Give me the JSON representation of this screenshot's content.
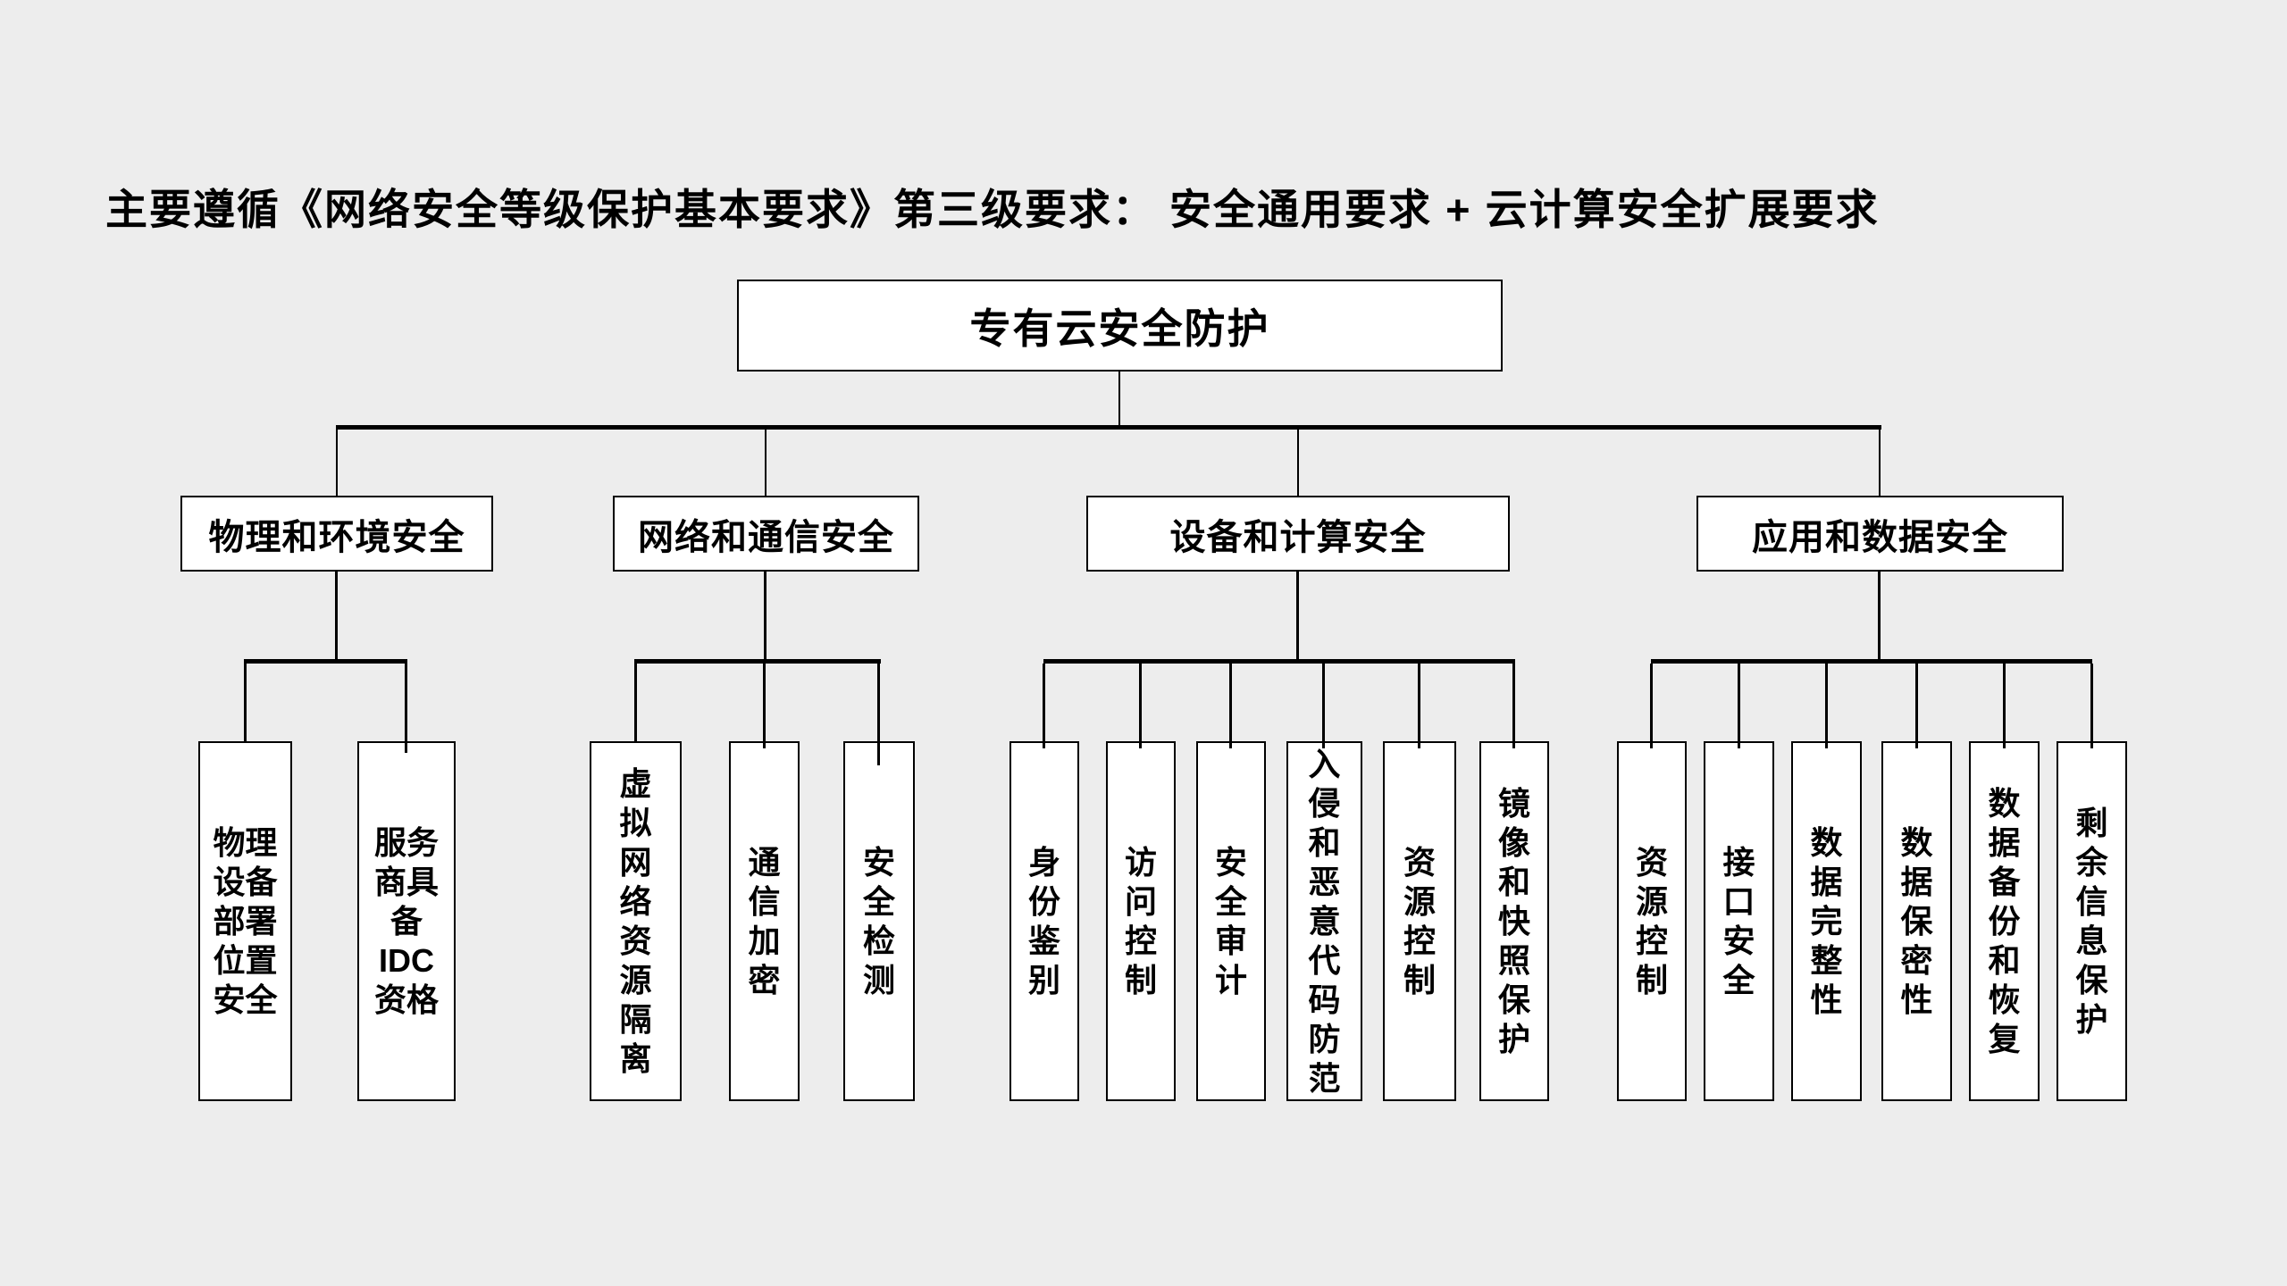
{
  "title": "主要遵循《网络安全等级保护基本要求》第三级要求： 安全通用要求 + 云计算安全扩展要求",
  "colors": {
    "background": "#ededed",
    "box_fill": "#ffffff",
    "box_border": "#000000",
    "connector": "#000000",
    "text": "#000000"
  },
  "tree": {
    "root": {
      "label": "专有云安全防护"
    },
    "branches": [
      {
        "label": "物理和环境安全",
        "children": [
          {
            "label": "物理\n设备\n部署\n位置\n安全"
          },
          {
            "label": "服务\n商具\n备\nIDC\n资格"
          }
        ]
      },
      {
        "label": "网络和通信安全",
        "children": [
          {
            "label": "虚\n拟\n网\n络\n资\n源\n隔\n离"
          },
          {
            "label": "通\n信\n加\n密"
          },
          {
            "label": "安\n全\n检\n测"
          }
        ]
      },
      {
        "label": "设备和计算安全",
        "children": [
          {
            "label": "身\n份\n鉴\n别"
          },
          {
            "label": "访\n问\n控\n制"
          },
          {
            "label": "安\n全\n审\n计"
          },
          {
            "label": "入\n侵\n和\n恶\n意\n代\n码\n防\n范"
          },
          {
            "label": "资\n源\n控\n制"
          },
          {
            "label": "镜\n像\n和\n快\n照\n保\n护"
          }
        ]
      },
      {
        "label": "应用和数据安全",
        "children": [
          {
            "label": "资\n源\n控\n制"
          },
          {
            "label": "接\n口\n安\n全"
          },
          {
            "label": "数\n据\n完\n整\n性"
          },
          {
            "label": "数\n据\n保\n密\n性"
          },
          {
            "label": "数\n据\n备\n份\n和\n恢\n复"
          },
          {
            "label": "剩\n余\n信\n息\n保\n护"
          }
        ]
      }
    ]
  }
}
